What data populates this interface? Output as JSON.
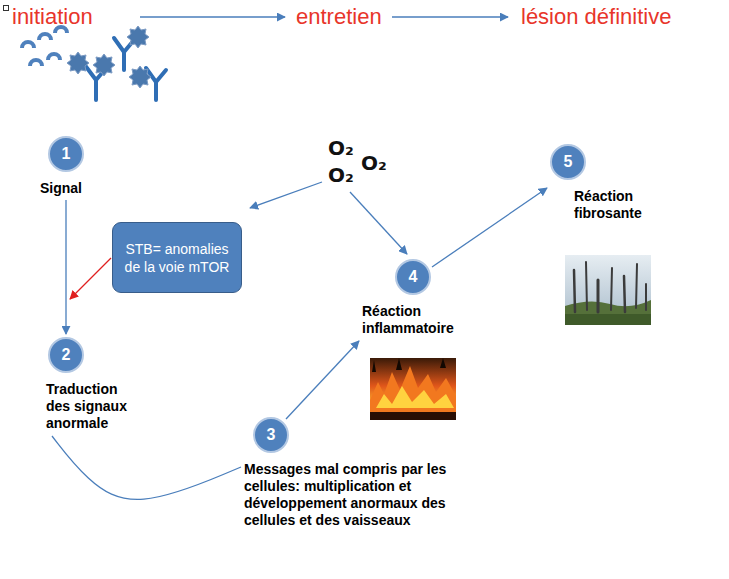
{
  "diagram": {
    "nodes": [
      {
        "text": [
          "1",
          "Signal"
        ]
      },
      {
        "text": [
          "STB= anomalies de la voie mTOR"
        ]
      },
      {
        "text": [
          "2",
          "Traduction des signaux anormale"
        ]
      },
      {
        "text": [
          "3",
          "Messages mal compris par les cellules: multiplication et développement anormaux des cellules et des vaisseaux"
        ]
      },
      {
        "text": [
          "4",
          "Réaction inflammatoire"
        ]
      },
      {
        "text": [
          "5",
          "Réaction fibrosante"
        ]
      }
    ],
    "edges": [
      {
        "from": 0,
        "to": 2,
        "arrow": "to"
      },
      {
        "from": 2,
        "to": 3,
        "arrow": "none"
      },
      {
        "from": 3,
        "to": 4,
        "arrow": "to"
      },
      {
        "from": 4,
        "to": 5,
        "arrow": "to"
      }
    ],
    "labels": [
      "initiation",
      "entretien",
      "lésion définitive",
      "O₂",
      "O₂",
      "O₂"
    ]
  }
}
